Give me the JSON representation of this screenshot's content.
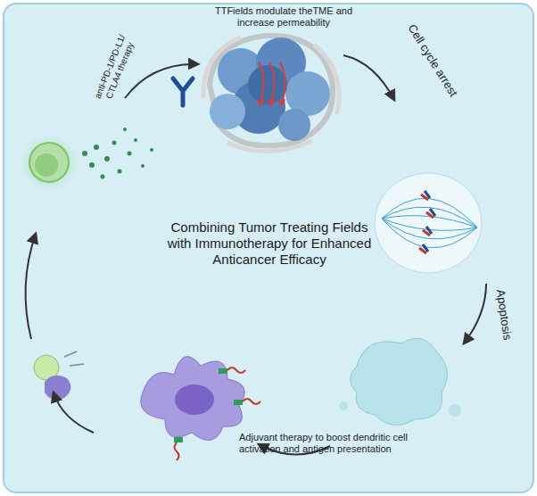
{
  "diagram": {
    "title": "Combining Tumor Treating Fields with Immunotherapy for Enhanced Anticancer Efficacy",
    "labels": [
      "TTFields modulate theTME and increase permeability",
      "Cell cycle arrest",
      "Apoptosis",
      "Adjuvant therapy to boost dendritic cell activation and antigen presentation",
      "anti-PD-1/PD-L1/ CTLA4 therapy"
    ]
  }
}
